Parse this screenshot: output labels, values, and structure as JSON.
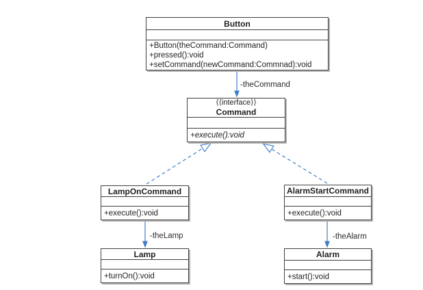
{
  "classes": {
    "button": {
      "name": "Button",
      "attributes": [],
      "methods": [
        "+Button(theCommand:Command)",
        "+pressed():void",
        "+setCommand(newCommand:Commnad):void"
      ]
    },
    "command": {
      "stereotype": "⟨⟨interface⟩⟩",
      "name": "Command",
      "attributes": [],
      "methods": [
        "+execute():void"
      ]
    },
    "lamp_on_command": {
      "name": "LampOnCommand",
      "attributes": [],
      "methods": [
        "+execute():void"
      ]
    },
    "alarm_start_command": {
      "name": "AlarmStartCommand",
      "attributes": [],
      "methods": [
        "+execute():void"
      ]
    },
    "lamp": {
      "name": "Lamp",
      "attributes": [],
      "methods": [
        "+turnOn():void"
      ]
    },
    "alarm": {
      "name": "Alarm",
      "attributes": [],
      "methods": [
        "+start():void"
      ]
    }
  },
  "edges": {
    "button_to_command": {
      "label": "-theCommand",
      "style": "solid-arrow"
    },
    "lampon_to_command": {
      "style": "dashed-hollow-triangle"
    },
    "alarmstart_to_command": {
      "style": "dashed-hollow-triangle"
    },
    "lampon_to_lamp": {
      "label": "-theLamp",
      "style": "solid-arrow"
    },
    "alarmstart_to_alarm": {
      "label": "-theAlarm",
      "style": "solid-arrow"
    }
  },
  "colors": {
    "connector": "#3f7ec4",
    "box_border": "#3f3f3f",
    "box_shadow": "#b3b3b3",
    "text": "#1f1f1f"
  }
}
